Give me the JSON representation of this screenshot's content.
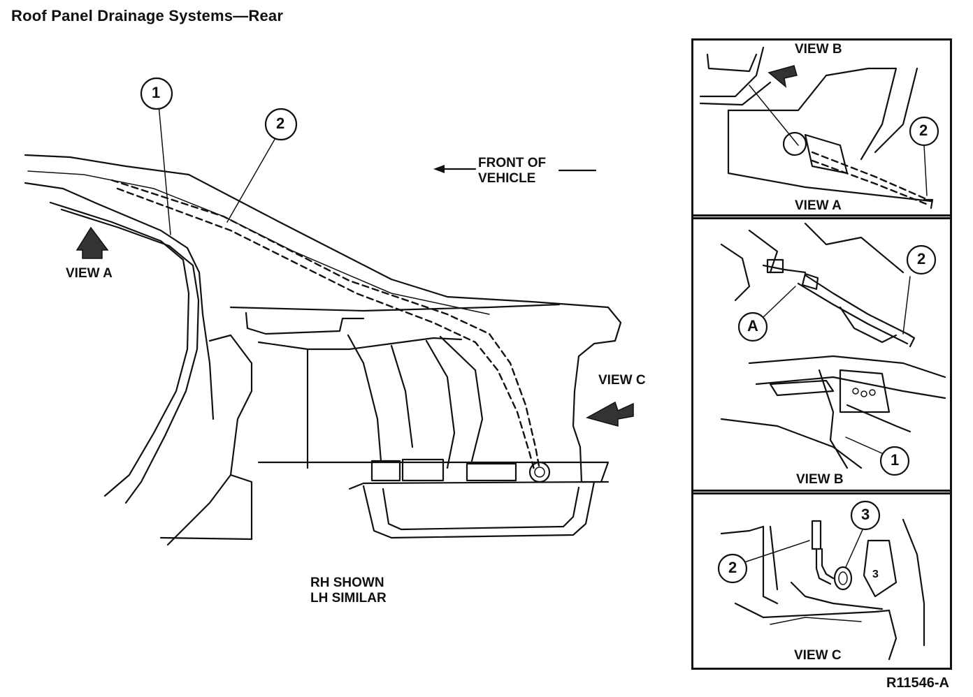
{
  "title": "Roof Panel Drainage Systems—Rear",
  "main": {
    "front_of_vehicle": [
      "FRONT OF",
      "VEHICLE"
    ],
    "view_a_label": "VIEW A",
    "view_c_label": "VIEW C",
    "rh_shown": [
      "RH SHOWN",
      "LH SIMILAR"
    ],
    "callouts": [
      "1",
      "2"
    ]
  },
  "insets": {
    "top": {
      "header": "VIEW B",
      "footer": "VIEW A",
      "callout": "2"
    },
    "middle": {
      "footer": "VIEW B",
      "callouts": [
        "2",
        "A",
        "1"
      ]
    },
    "bottom": {
      "footer": "VIEW C",
      "callouts": [
        "3",
        "2",
        "3"
      ]
    }
  },
  "figure_ref": "R11546-A"
}
